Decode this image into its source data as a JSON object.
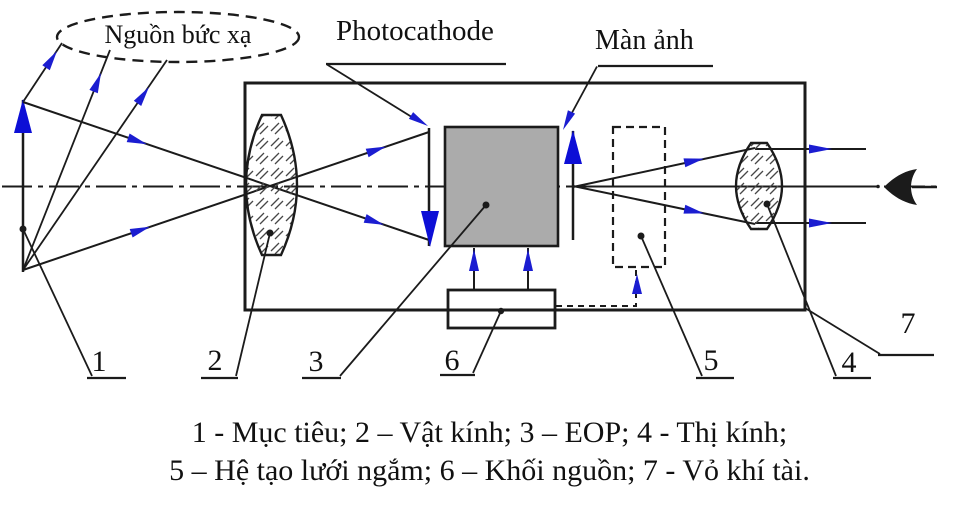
{
  "diagram": {
    "source_label": "Nguồn bức xạ",
    "photocathode_label": "Photocathode",
    "screen_label": "Màn ảnh",
    "callouts": [
      "1",
      "2",
      "3",
      "4",
      "5",
      "6",
      "7"
    ]
  },
  "caption": {
    "line1": "1 -  Mục tiêu; 2 – Vật kính; 3 – EOP; 4 - Thị kính;",
    "line2": "5 – Hệ tạo lưới ngắm; 6 – Khối nguồn; 7 - Vỏ khí tài."
  },
  "colors": {
    "line": "#1b1b1b",
    "arrow_blue": "#1b1dd1",
    "big_arrow_blue": "#0d0fd6",
    "eop_gray": "#ababab",
    "text": "#111111"
  }
}
